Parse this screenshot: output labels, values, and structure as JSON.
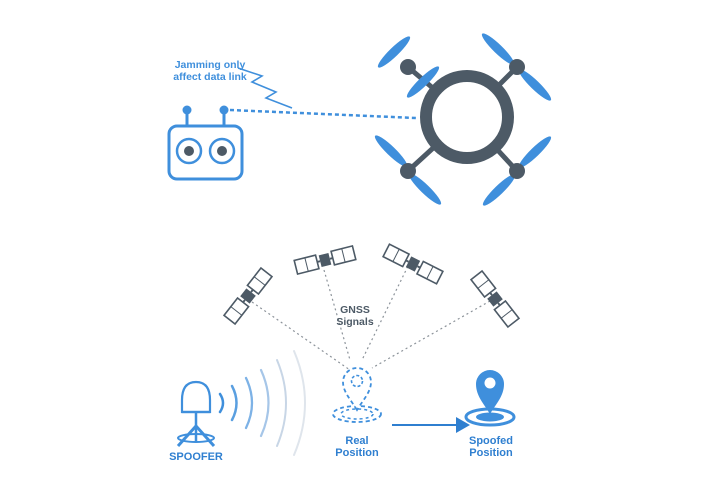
{
  "top": {
    "jamming_label_line1": "Jamming only",
    "jamming_label_line2": "affect data link"
  },
  "bottom": {
    "gnss_label_line1": "GNSS",
    "gnss_label_line2": "Signals",
    "spoofer_label": "SPOOFER",
    "real_label_line1": "Real",
    "real_label_line2": "Position",
    "spoofed_label_line1": "Spoofed",
    "spoofed_label_line2": "Position"
  },
  "icons": [
    "remote-controller-icon",
    "drone-icon",
    "lightning-icon",
    "satellite-icon",
    "spoofer-antenna-icon",
    "location-pin-icon"
  ],
  "colors": {
    "accent_blue": "#3f8fdc",
    "dark_gray": "#4d5a66",
    "light_gray": "#c4c9ce"
  }
}
